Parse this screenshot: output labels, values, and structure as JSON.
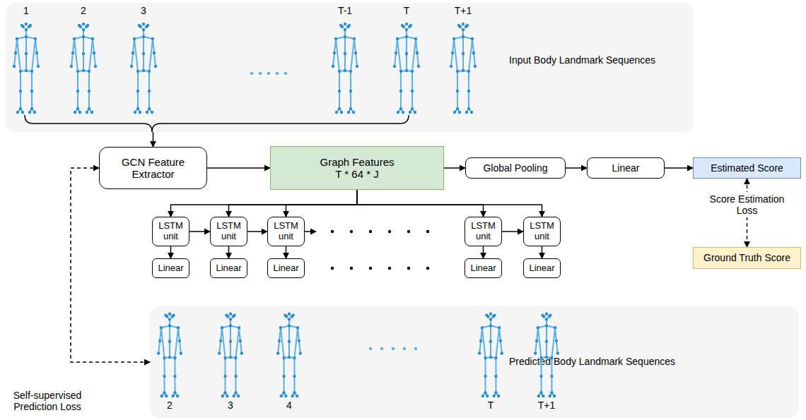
{
  "diagram": {
    "nodes": [
      {
        "text": [
          "Input Body Landmark Sequences"
        ]
      },
      {
        "text": [
          "GCN Feature Extractor"
        ]
      },
      {
        "text": [
          "Graph Features",
          "T * 64 * J"
        ]
      },
      {
        "text": [
          "Global Pooling"
        ]
      },
      {
        "text": [
          "Linear"
        ]
      },
      {
        "text": [
          "Estimated Score"
        ]
      },
      {
        "text": [
          "LSTM unit"
        ]
      },
      {
        "text": [
          "LSTM unit"
        ]
      },
      {
        "text": [
          "LSTM unit"
        ]
      },
      {
        "text": [
          "LSTM unit"
        ]
      },
      {
        "text": [
          "LSTM unit"
        ]
      },
      {
        "text": [
          "Linear"
        ]
      },
      {
        "text": [
          "Linear"
        ]
      },
      {
        "text": [
          "Linear"
        ]
      },
      {
        "text": [
          "Linear"
        ]
      },
      {
        "text": [
          "Linear"
        ]
      },
      {
        "text": [
          "Ground Truth Score"
        ]
      },
      {
        "text": [
          "Predicted Body Landmark Sequences"
        ]
      }
    ],
    "edges": [
      {
        "from": 0,
        "to": 1,
        "arrow": "to"
      },
      {
        "from": 1,
        "to": 2,
        "arrow": "to"
      },
      {
        "from": 2,
        "to": 3,
        "arrow": "to"
      },
      {
        "from": 3,
        "to": 4,
        "arrow": "to"
      },
      {
        "from": 4,
        "to": 5,
        "arrow": "to"
      },
      {
        "from": 5,
        "to": 16,
        "arrow": "both",
        "label": "Score Estimation Loss"
      },
      {
        "from": 2,
        "to": 6,
        "arrow": "to"
      },
      {
        "from": 2,
        "to": 7,
        "arrow": "to"
      },
      {
        "from": 2,
        "to": 8,
        "arrow": "to"
      },
      {
        "from": 2,
        "to": 9,
        "arrow": "to"
      },
      {
        "from": 2,
        "to": 10,
        "arrow": "to"
      },
      {
        "from": 6,
        "to": 7,
        "arrow": "to"
      },
      {
        "from": 7,
        "to": 8,
        "arrow": "to"
      },
      {
        "from": 9,
        "to": 10,
        "arrow": "to"
      },
      {
        "from": 6,
        "to": 11,
        "arrow": "to"
      },
      {
        "from": 7,
        "to": 12,
        "arrow": "to"
      },
      {
        "from": 8,
        "to": 13,
        "arrow": "to"
      },
      {
        "from": 9,
        "to": 14,
        "arrow": "to"
      },
      {
        "from": 10,
        "to": 15,
        "arrow": "to"
      },
      {
        "from": 17,
        "to": 1,
        "arrow": "both",
        "label": "Self-supervised Prediction Loss"
      }
    ],
    "labels": [
      "1",
      "2",
      "3",
      "T-1",
      "T",
      "T+1",
      "2",
      "3",
      "4",
      "T",
      "T+1"
    ]
  }
}
